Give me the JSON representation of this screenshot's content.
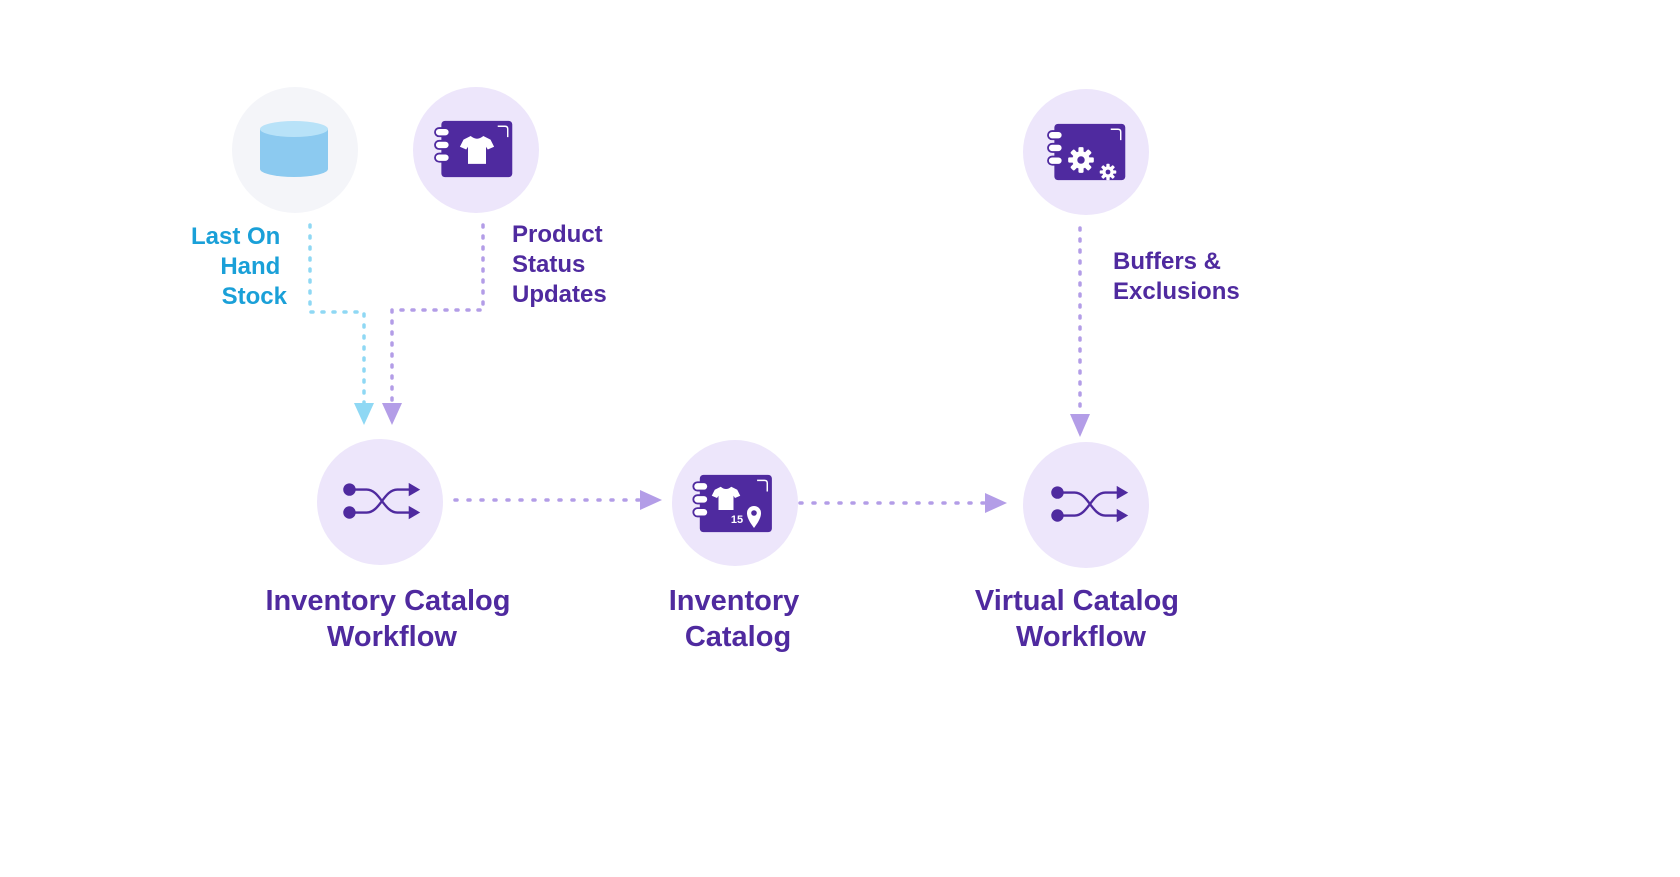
{
  "colors": {
    "purple": "#4f2a9f",
    "light_purple_circle": "#ede6fb",
    "gray_circle": "#f4f5f9",
    "blue_text": "#1aa0d8",
    "blue_line": "#8fd8f4",
    "purple_line": "#b39de7",
    "db_blue": "#8ccaf0",
    "db_top": "#b8e2f8"
  },
  "sources": {
    "last_on_hand_stock": {
      "icon": "database-icon",
      "label_lines": [
        "Last On",
        "Hand",
        "Stock"
      ]
    },
    "product_status_updates": {
      "icon": "tshirt-catalog-icon",
      "label_lines": [
        "Product",
        "Status",
        "Updates"
      ]
    },
    "buffers_exclusions": {
      "icon": "settings-gears-icon",
      "label_lines": [
        "Buffers &",
        "Exclusions"
      ]
    }
  },
  "nodes": {
    "inventory_catalog_workflow": {
      "icon": "workflow-shuffle-icon",
      "label_lines": [
        "Inventory Catalog",
        "Workflow"
      ]
    },
    "inventory_catalog": {
      "icon": "tshirt-location-catalog-icon",
      "badge": "15",
      "label_lines": [
        "Inventory",
        "Catalog"
      ]
    },
    "virtual_catalog_workflow": {
      "icon": "workflow-shuffle-icon",
      "label_lines": [
        "Virtual Catalog",
        "Workflow"
      ]
    }
  }
}
